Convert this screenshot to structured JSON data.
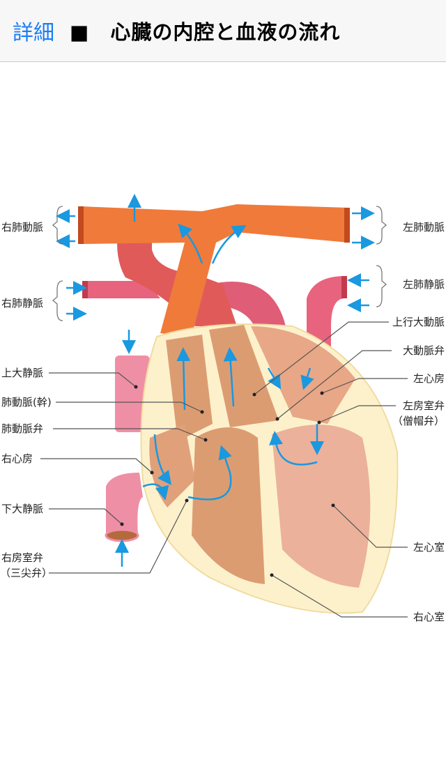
{
  "header": {
    "back_label": "詳細",
    "title": "■　心臓の内腔と血液の流れ"
  },
  "labels": {
    "right_pulmonary_artery": "右肺動脈",
    "right_pulmonary_vein": "右肺静脈",
    "superior_vena_cava": "上大静脈",
    "pulmonary_trunk": "肺動脈(幹)",
    "pulmonary_valve": "肺動脈弁",
    "right_atrium": "右心房",
    "inferior_vena_cava": "下大静脈",
    "tricuspid_valve_1": "右房室弁",
    "tricuspid_valve_2": "（三尖弁）",
    "left_pulmonary_artery": "左肺動脈",
    "left_pulmonary_vein": "左肺静脈",
    "ascending_aorta": "上行大動脈",
    "aortic_valve": "大動脈弁",
    "left_atrium": "左心房",
    "mitral_valve_1": "左房室弁",
    "mitral_valve_2": "（僧帽弁）",
    "left_ventricle": "左心室",
    "right_ventricle": "右心室"
  },
  "colors": {
    "accent": "#1a7ef5",
    "artery": "#f07a3a",
    "vein": "#e8647e",
    "flow_arrow": "#1a98e0",
    "wall": "#fdf1cc",
    "chamber": "#dc9c72"
  }
}
